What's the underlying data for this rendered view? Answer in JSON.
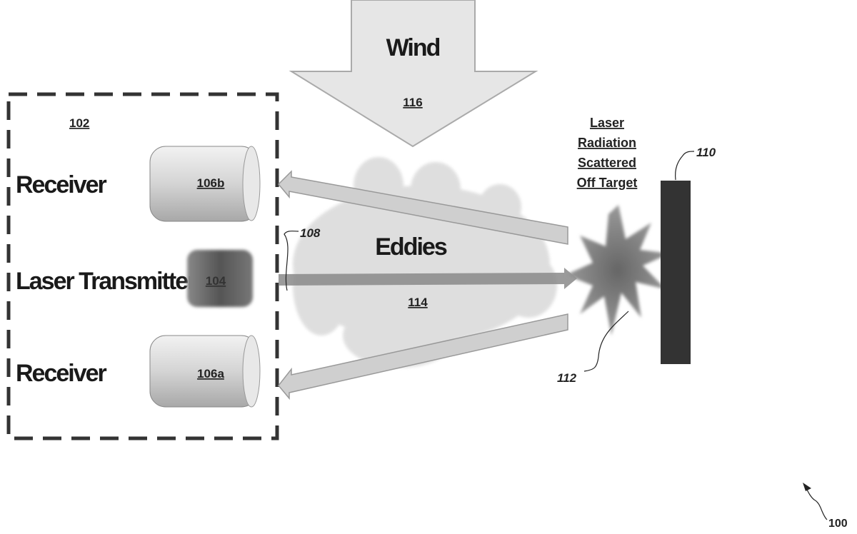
{
  "system": {
    "ref": "102"
  },
  "wind": {
    "label": "Wind",
    "ref": "116"
  },
  "receiver_top": {
    "label": "Receiver",
    "ref": "106b"
  },
  "transmitter": {
    "label": "Laser Transmitter",
    "ref": "104"
  },
  "receiver_bottom": {
    "label": "Receiver",
    "ref": "106a"
  },
  "beam": {
    "ref": "108"
  },
  "eddies": {
    "label": "Eddies",
    "ref": "114"
  },
  "scatter": {
    "lines": [
      "Laser",
      "Radiation",
      "Scattered",
      "Off Target"
    ],
    "ref": "112"
  },
  "target": {
    "ref": "110"
  },
  "figure": {
    "ref": "100"
  },
  "colors": {
    "cylinder": "#d8d8d8",
    "transmitter": "#6a6a6a",
    "target": "#333333",
    "burst": "#777777",
    "wind": "#e4e4e4"
  }
}
